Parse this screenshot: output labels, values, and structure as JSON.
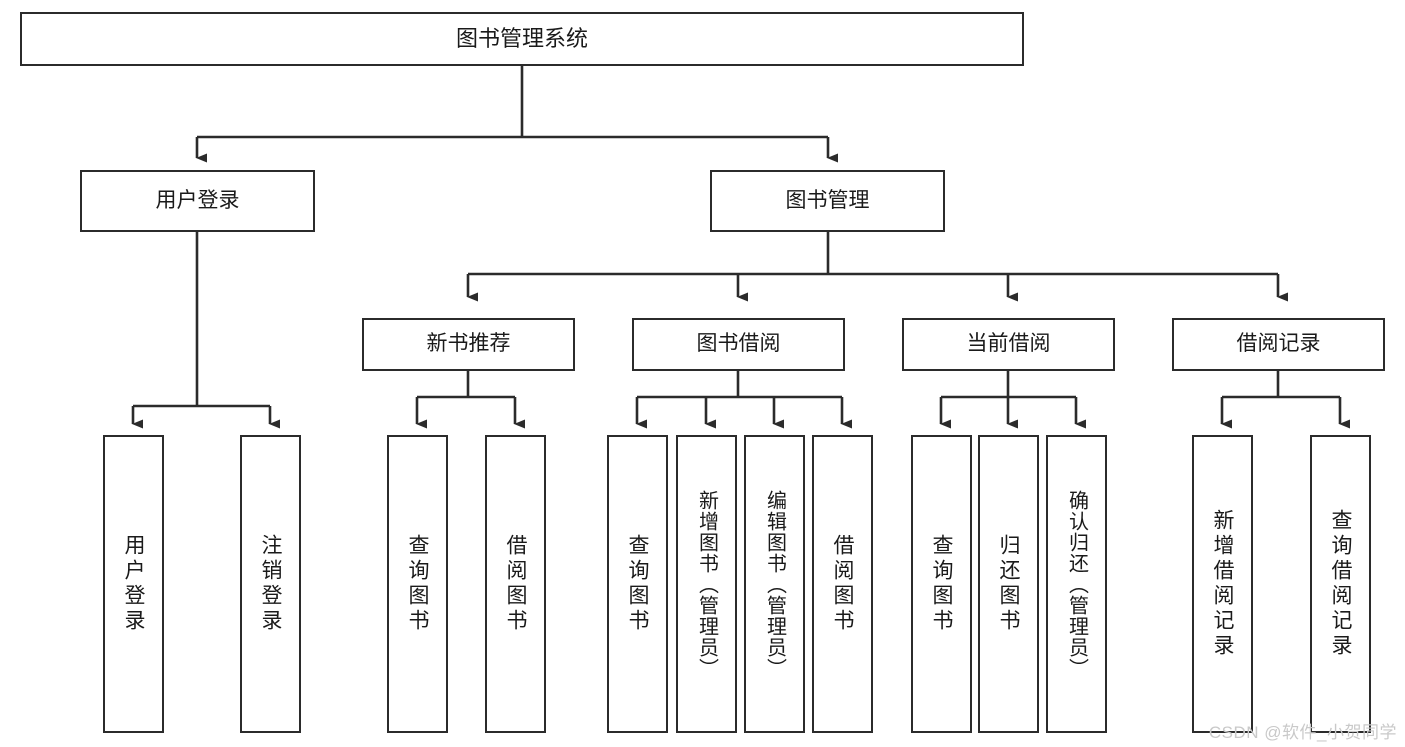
{
  "diagram": {
    "title_node": {
      "label": "图书管理系统"
    },
    "level1": [
      {
        "id": "user-login",
        "label": "用户登录"
      },
      {
        "id": "book-management",
        "label": "图书管理"
      }
    ],
    "level2": [
      {
        "id": "new-book-recommend",
        "label": "新书推荐",
        "parent": "book-management"
      },
      {
        "id": "book-borrow",
        "label": "图书借阅",
        "parent": "book-management"
      },
      {
        "id": "current-borrow",
        "label": "当前借阅",
        "parent": "book-management"
      },
      {
        "id": "borrow-record",
        "label": "借阅记录",
        "parent": "book-management"
      }
    ],
    "leaves": [
      {
        "id": "leaf-user-login",
        "label": "用户登录",
        "parent": "user-login"
      },
      {
        "id": "leaf-logout-login",
        "label": "注销登录",
        "parent": "user-login"
      },
      {
        "id": "leaf-query-book-1",
        "label": "查询图书",
        "parent": "new-book-recommend"
      },
      {
        "id": "leaf-borrow-book-1",
        "label": "借阅图书",
        "parent": "new-book-recommend"
      },
      {
        "id": "leaf-query-book-2",
        "label": "查询图书",
        "parent": "book-borrow"
      },
      {
        "id": "leaf-add-book",
        "label": "新增图书（管理员）",
        "parent": "book-borrow"
      },
      {
        "id": "leaf-edit-book",
        "label": "编辑图书（管理员）",
        "parent": "book-borrow"
      },
      {
        "id": "leaf-borrow-book-2",
        "label": "借阅图书",
        "parent": "book-borrow"
      },
      {
        "id": "leaf-query-book-3",
        "label": "查询图书",
        "parent": "current-borrow"
      },
      {
        "id": "leaf-return-book",
        "label": "归还图书",
        "parent": "current-borrow"
      },
      {
        "id": "leaf-confirm-return",
        "label": "确认归还（管理员）",
        "parent": "current-borrow"
      },
      {
        "id": "leaf-add-record",
        "label": "新增借阅记录",
        "parent": "borrow-record"
      },
      {
        "id": "leaf-query-record",
        "label": "查询借阅记录",
        "parent": "borrow-record"
      }
    ],
    "colors": {
      "box_border": "#2b2b2b",
      "box_fill": "#ffffff",
      "connector": "#2b2b2b",
      "text": "#1a1a1a",
      "watermark": "#c9c9c9",
      "background": "#ffffff"
    }
  },
  "watermark": {
    "text": "CSDN @软件_小贺同学"
  }
}
